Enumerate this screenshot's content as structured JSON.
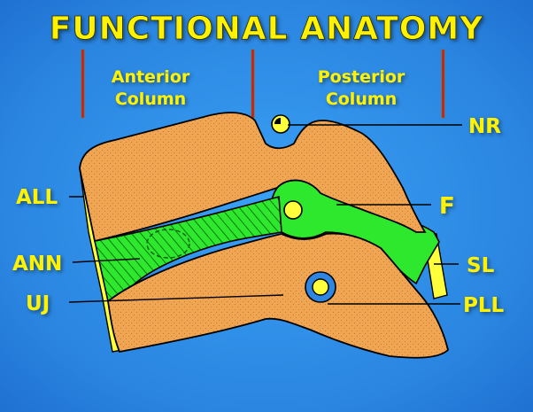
{
  "title": "FUNCTIONAL ANATOMY",
  "columns": {
    "anterior": [
      "Anterior",
      "Column"
    ],
    "posterior": [
      "Posterior",
      "Column"
    ]
  },
  "labels": {
    "nr": "NR",
    "all": "ALL",
    "f": "F",
    "ann": "ANN",
    "sl": "SL",
    "uj": "UJ",
    "pll": "PLL"
  },
  "colors": {
    "background": "#2e86e2",
    "title": "#fff200",
    "bone": "#f0a553",
    "disc": "#2ee82e",
    "ligament": "#ffff3c",
    "nerve": "#ffff3c",
    "guide_line": "#d11a1a",
    "outline": "#000000"
  }
}
